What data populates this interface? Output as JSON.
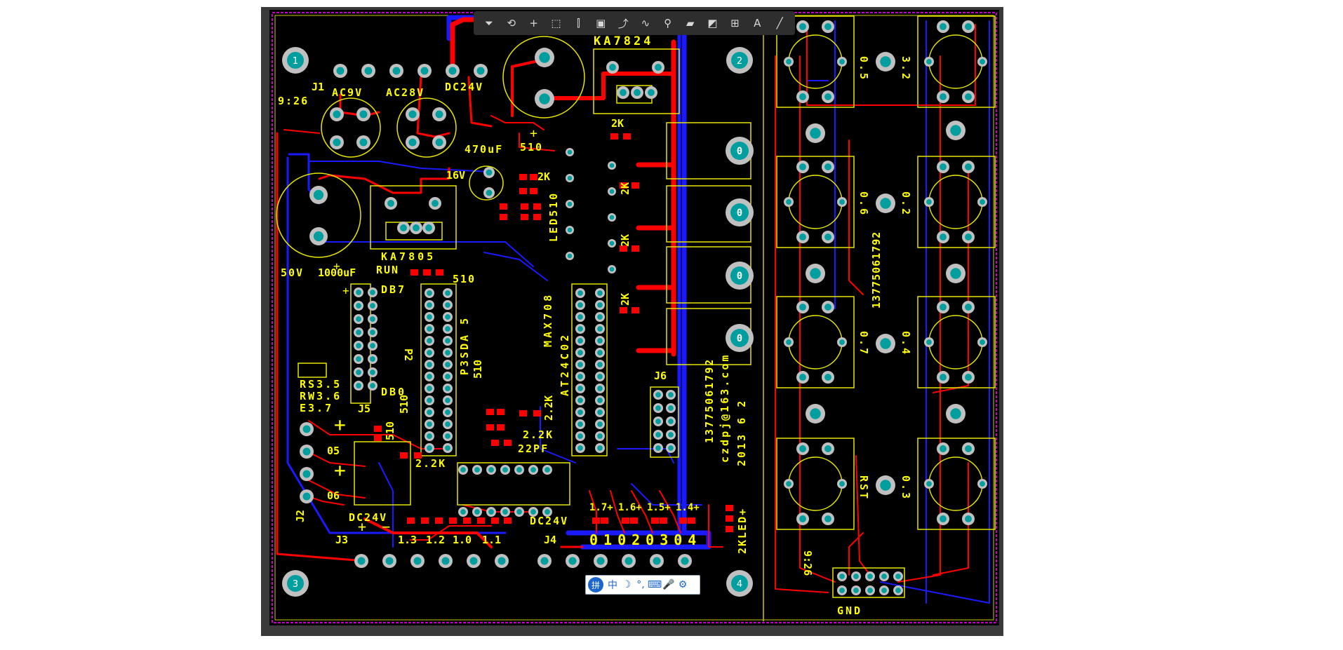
{
  "toolbar": {
    "buttons": [
      {
        "name": "filter",
        "glyph": "⏷"
      },
      {
        "name": "route",
        "glyph": "⟲"
      },
      {
        "name": "crosshair",
        "glyph": "+"
      },
      {
        "name": "select-rect",
        "glyph": "⬚"
      },
      {
        "name": "align",
        "glyph": "⫿"
      },
      {
        "name": "component",
        "glyph": "▣"
      },
      {
        "name": "interactive-route",
        "glyph": "⤴"
      },
      {
        "name": "diff-pair",
        "glyph": "∿"
      },
      {
        "name": "pad",
        "glyph": "⚲"
      },
      {
        "name": "polygon",
        "glyph": "▰"
      },
      {
        "name": "keepout",
        "glyph": "◩"
      },
      {
        "name": "dimension",
        "glyph": "⊞"
      },
      {
        "name": "text",
        "glyph": "A"
      },
      {
        "name": "line",
        "glyph": "╱"
      }
    ]
  },
  "ime": {
    "logo": "拼",
    "buttons": [
      {
        "name": "chinese",
        "glyph": "中"
      },
      {
        "name": "half-width",
        "glyph": "☽"
      },
      {
        "name": "punctuation",
        "glyph": "°,"
      },
      {
        "name": "keyboard",
        "glyph": "⌨"
      },
      {
        "name": "voice",
        "glyph": "🎤"
      },
      {
        "name": "settings",
        "glyph": "⚙"
      }
    ]
  },
  "colors": {
    "board": "#000000",
    "top_copper": "#ff0000",
    "bottom_copper": "#1a1aff",
    "silkscreen": "#ffff00",
    "pad_ring": "#c0c0c0",
    "pad_hole": "#00a0a0",
    "outline": "#ff00ff"
  },
  "labels": {
    "mount1": "1",
    "mount2": "2",
    "mount3": "3",
    "mount4": "4",
    "ka7824": "KA7824",
    "ka7805": "KA7805",
    "j1": "J1",
    "ac9v": "AC9V",
    "ac28v": "AC28V",
    "dc24v_top": "DC24V",
    "ratio_left": "9:26",
    "ratio_right": "9:26",
    "cap470": "470uF",
    "cap16v": "16V",
    "r510_a": "510",
    "r2k_a": "2K",
    "r2k_top": "2K",
    "v50": "50V",
    "cap1000": "1000uF",
    "run": "RUN",
    "r510_b": "510",
    "db7": "DB7",
    "p2": "P2",
    "p3sda": "P3SDA 5",
    "r510_c": "510",
    "max708": "MAX708",
    "at24c02": "AT24C02",
    "led510": "LED510",
    "r2k_b": "2K",
    "r2k_c": "2K",
    "r2k_d": "2K",
    "rs35": "RS3.5",
    "rw36": "RW3.6",
    "e37": "E3.7",
    "db0": "DB0",
    "j5": "J5",
    "r510_d": "510",
    "r510_e": "510",
    "r2_2k_a": "2.2K",
    "r2_2k_b": "2.2K",
    "r2_2k_c": "2.2K",
    "pf22": "22PF",
    "j6": "J6",
    "phone": "13775061792",
    "email": "czdpj@163.com",
    "date": "2013 6 2",
    "pin05": "05",
    "pin06": "06",
    "j2": "J2",
    "dc24v_bl": "DC24V",
    "j3": "J3",
    "p13": "1.3",
    "p12": "1.2",
    "p10": "1.0",
    "p11": "1.1",
    "dc24v_br": "DC24V",
    "j4": "J4",
    "out_codes": "01020304",
    "p17": "1.7+",
    "p16": "1.6+",
    "p15": "1.5+",
    "p14": "1.4+",
    "led_r": "2KLED+",
    "right_phone": "13775061792",
    "k05": "0.5",
    "k32": "3.2",
    "k06": "0.6",
    "k02": "0.2",
    "k07": "0.7",
    "k04": "0.4",
    "rst": "RST",
    "k03": "0.3",
    "gnd": "GND",
    "relay0": "0"
  }
}
